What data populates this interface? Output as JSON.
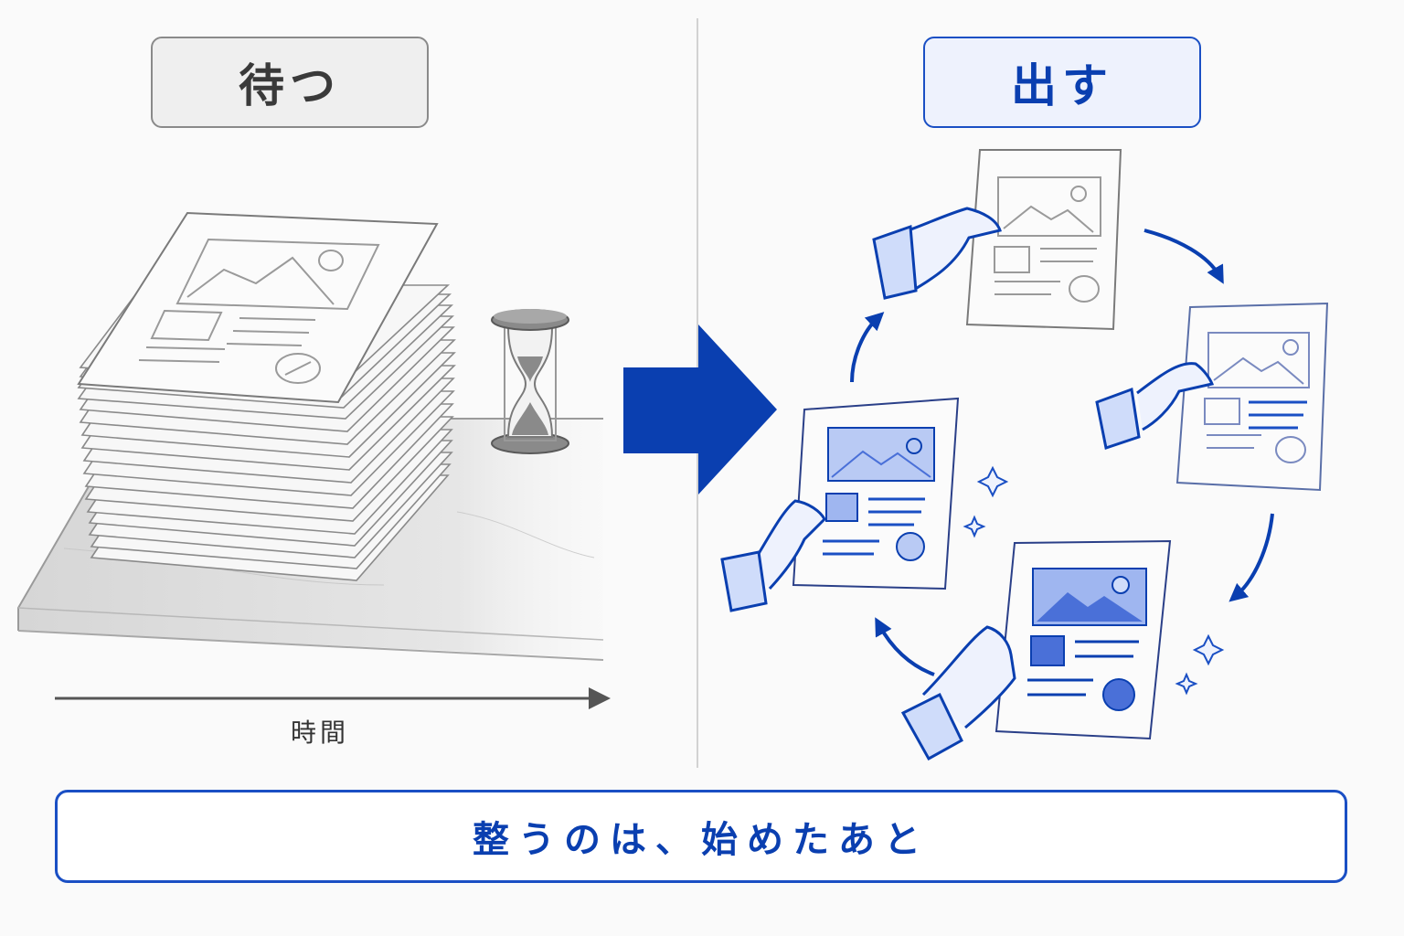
{
  "left_panel": {
    "title": "待つ",
    "axis_label": "時間"
  },
  "right_panel": {
    "title": "出す"
  },
  "footer": {
    "message": "整うのは、始めたあと"
  },
  "colors": {
    "accent_blue": "#0a3fb0",
    "light_blue": "#cfdcfa",
    "gray_text": "#3a3a3a",
    "gray_line": "#8a8a8a"
  },
  "icons": {
    "paper_stack": "paper-stack-icon",
    "hourglass": "hourglass-icon",
    "arrow": "big-right-arrow-icon",
    "cycle": "cycle-arrows-icon",
    "sparkle": "sparkle-icon"
  }
}
